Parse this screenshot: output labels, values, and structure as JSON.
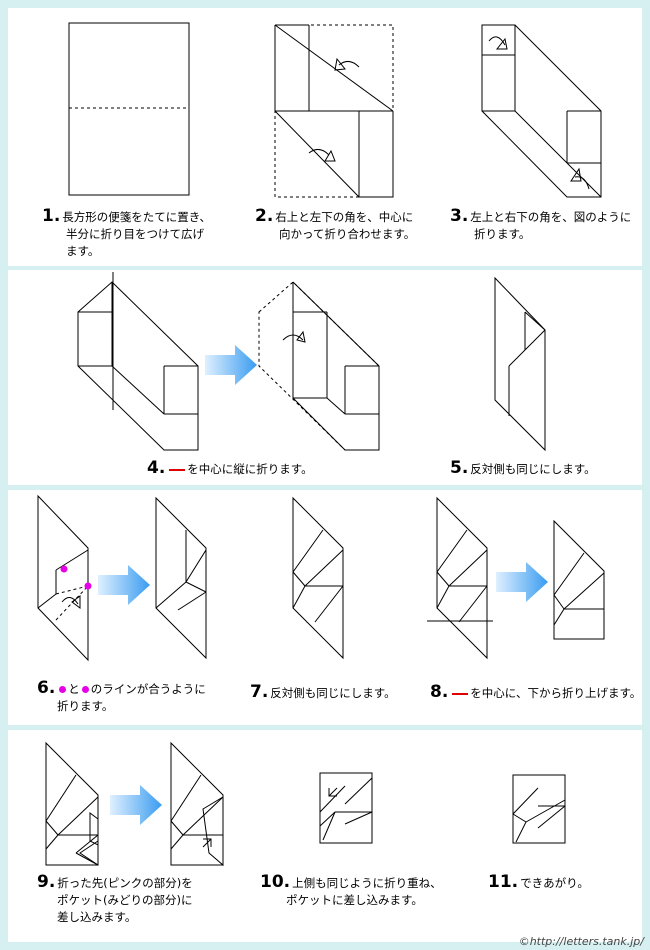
{
  "steps": [
    {
      "num": "1.",
      "lines": [
        "長方形の便箋をたてに置き、",
        "半分に折り目をつけて広げ",
        "ます。"
      ]
    },
    {
      "num": "2.",
      "lines": [
        "右上と左下の角を、中心に",
        "向かって折り合わせます。"
      ]
    },
    {
      "num": "3.",
      "lines": [
        "左上と右下の角を、図のように",
        "折ります。"
      ]
    },
    {
      "num": "4.",
      "lines": [
        "を中心に縦に折ります。"
      ]
    },
    {
      "num": "5.",
      "lines": [
        "反対側も同じにします。"
      ]
    },
    {
      "num": "6.",
      "lines": [
        "と",
        "のラインが合うように",
        "折ります。"
      ]
    },
    {
      "num": "7.",
      "lines": [
        "反対側も同じにします。"
      ]
    },
    {
      "num": "8.",
      "lines": [
        "を中心に、下から折り上げます。"
      ]
    },
    {
      "num": "9.",
      "lines": [
        "折った先(ピンクの部分)を",
        "ポケット(みどりの部分)に",
        "差し込みます。"
      ]
    },
    {
      "num": "10.",
      "lines": [
        "上側も同じように折り重ね、",
        "ポケットに差し込みます。"
      ]
    },
    {
      "num": "11.",
      "lines": [
        "できあがり。"
      ]
    }
  ],
  "credit": "©http://letters.tank.jp/",
  "colors": {
    "background": "#d6f0f2",
    "arrow_blue": "#1e7fd8",
    "cut_line": "#e00000",
    "dot": "#e600e6",
    "pink": "#f6c4ee",
    "green": "#d2f5c6",
    "orange": "#f0a020"
  }
}
